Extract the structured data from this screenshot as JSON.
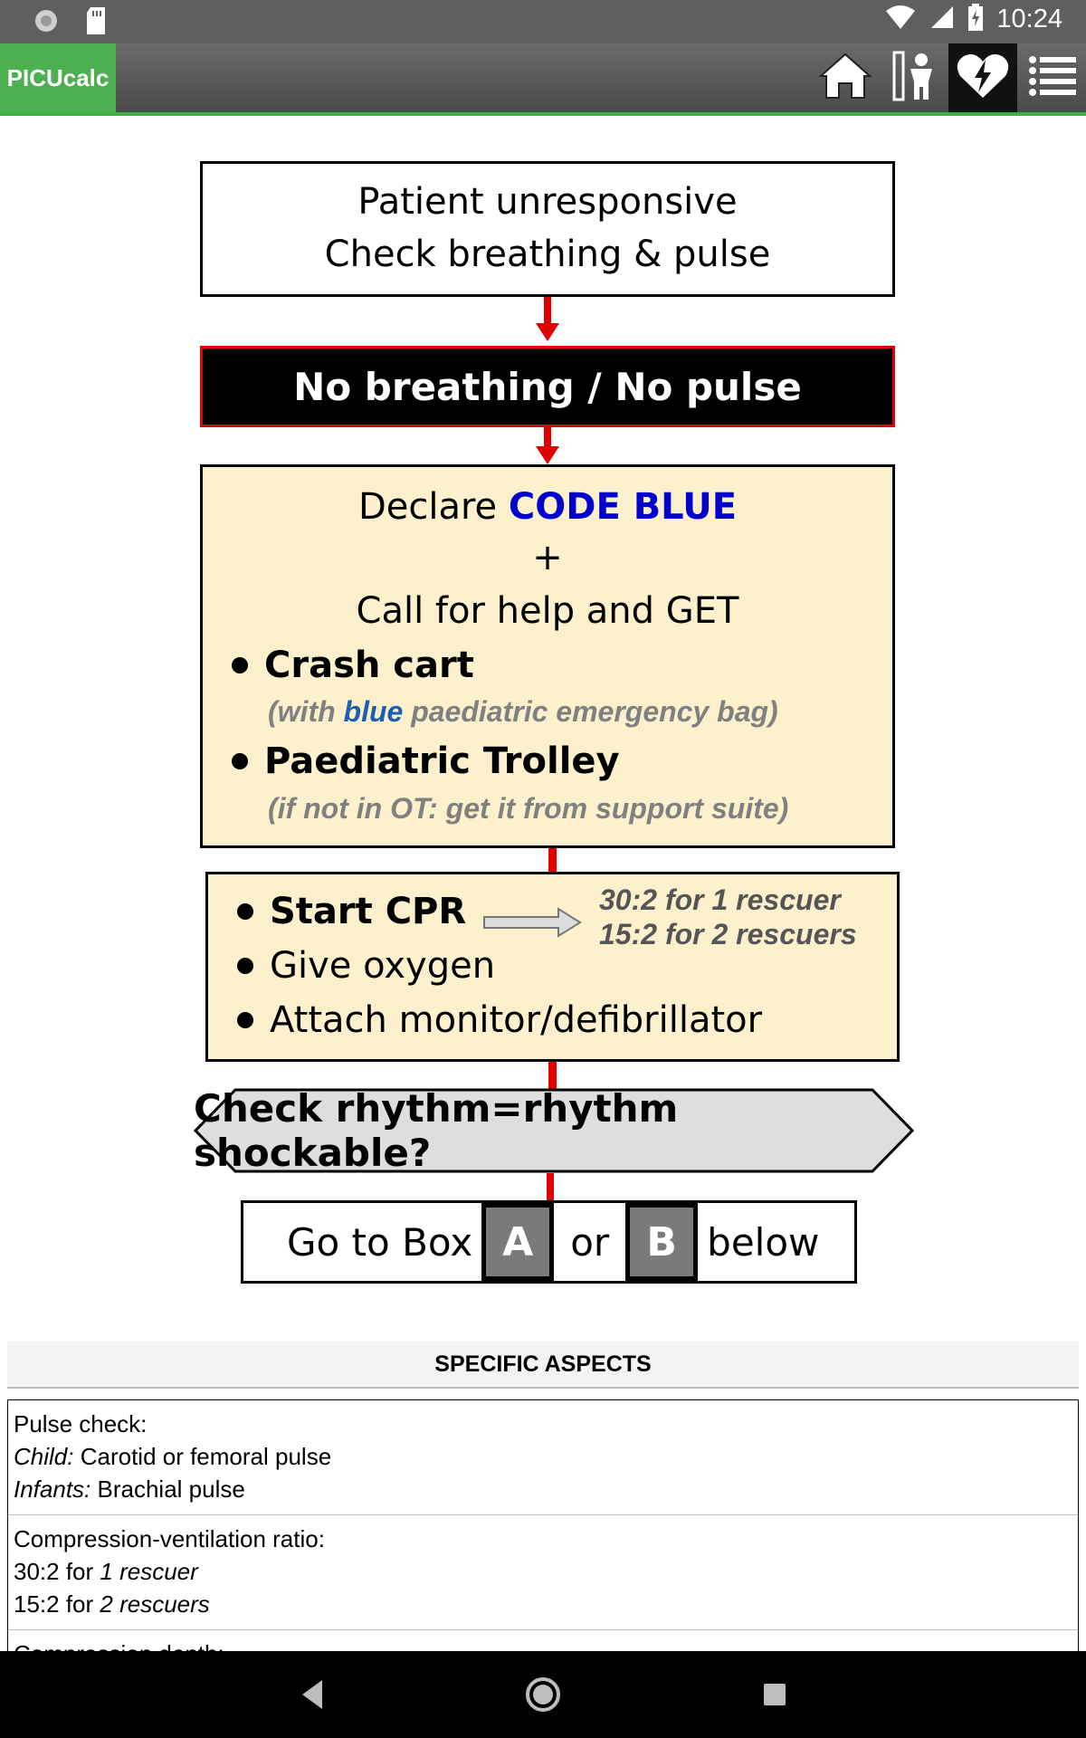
{
  "status_bar": {
    "time": "10:24",
    "icons": [
      "settings-gear-icon",
      "sd-card-icon",
      "wifi-icon",
      "signal-icon",
      "battery-charging-icon"
    ]
  },
  "app_bar": {
    "brand": "PICUcalc",
    "nav_icons": [
      "home-icon",
      "child-measure-icon",
      "heart-defib-icon",
      "menu-list-icon"
    ],
    "active_nav": "heart-defib-icon"
  },
  "flowchart": {
    "box1": {
      "line1": "Patient unresponsive",
      "line2": "Check breathing & pulse"
    },
    "box2": {
      "text": "No breathing / No pulse"
    },
    "box3": {
      "declare": "Declare ",
      "code_blue": "CODE BLUE",
      "plus": "+",
      "call": "Call for help and GET",
      "item1": "Crash cart",
      "item1_sub_a": "(with ",
      "item1_sub_blue": "blue",
      "item1_sub_b": " paediatric emergency bag)",
      "item2": "Paediatric Trolley",
      "item2_sub": "(if not in OT: get it from support suite)"
    },
    "box4": {
      "item1": "Start CPR",
      "item2": "Give oxygen",
      "item3": "Attach monitor/defibrillator",
      "note1": "30:2 for 1 rescuer",
      "note2": "15:2 for 2 rescuers"
    },
    "box5": {
      "text": "Check rhythm=rhythm shockable?"
    },
    "box6": {
      "pre": "Go to Box",
      "a": "A",
      "mid": "or",
      "b": "B",
      "post": "below"
    }
  },
  "aspects": {
    "header": "SPECIFIC ASPECTS",
    "row1": {
      "title": "Pulse check:",
      "l2_label": "Child:",
      "l2_text": " Carotid or femoral pulse",
      "l3_label": "Infants:",
      "l3_text": " Brachial pulse"
    },
    "row2": {
      "title": "Compression-ventilation ratio:",
      "l2_text": "30:2 for ",
      "l2_em": "1 rescuer",
      "l3_text": "15:2 for ",
      "l3_em": "2 rescuers"
    },
    "row3": {
      "title": "Compression depth:"
    }
  },
  "colors": {
    "brand_green": "#4caf50",
    "alert_red": "#e00000",
    "code_blue": "#0000cc",
    "panel_cream": "#fdf0cc"
  }
}
